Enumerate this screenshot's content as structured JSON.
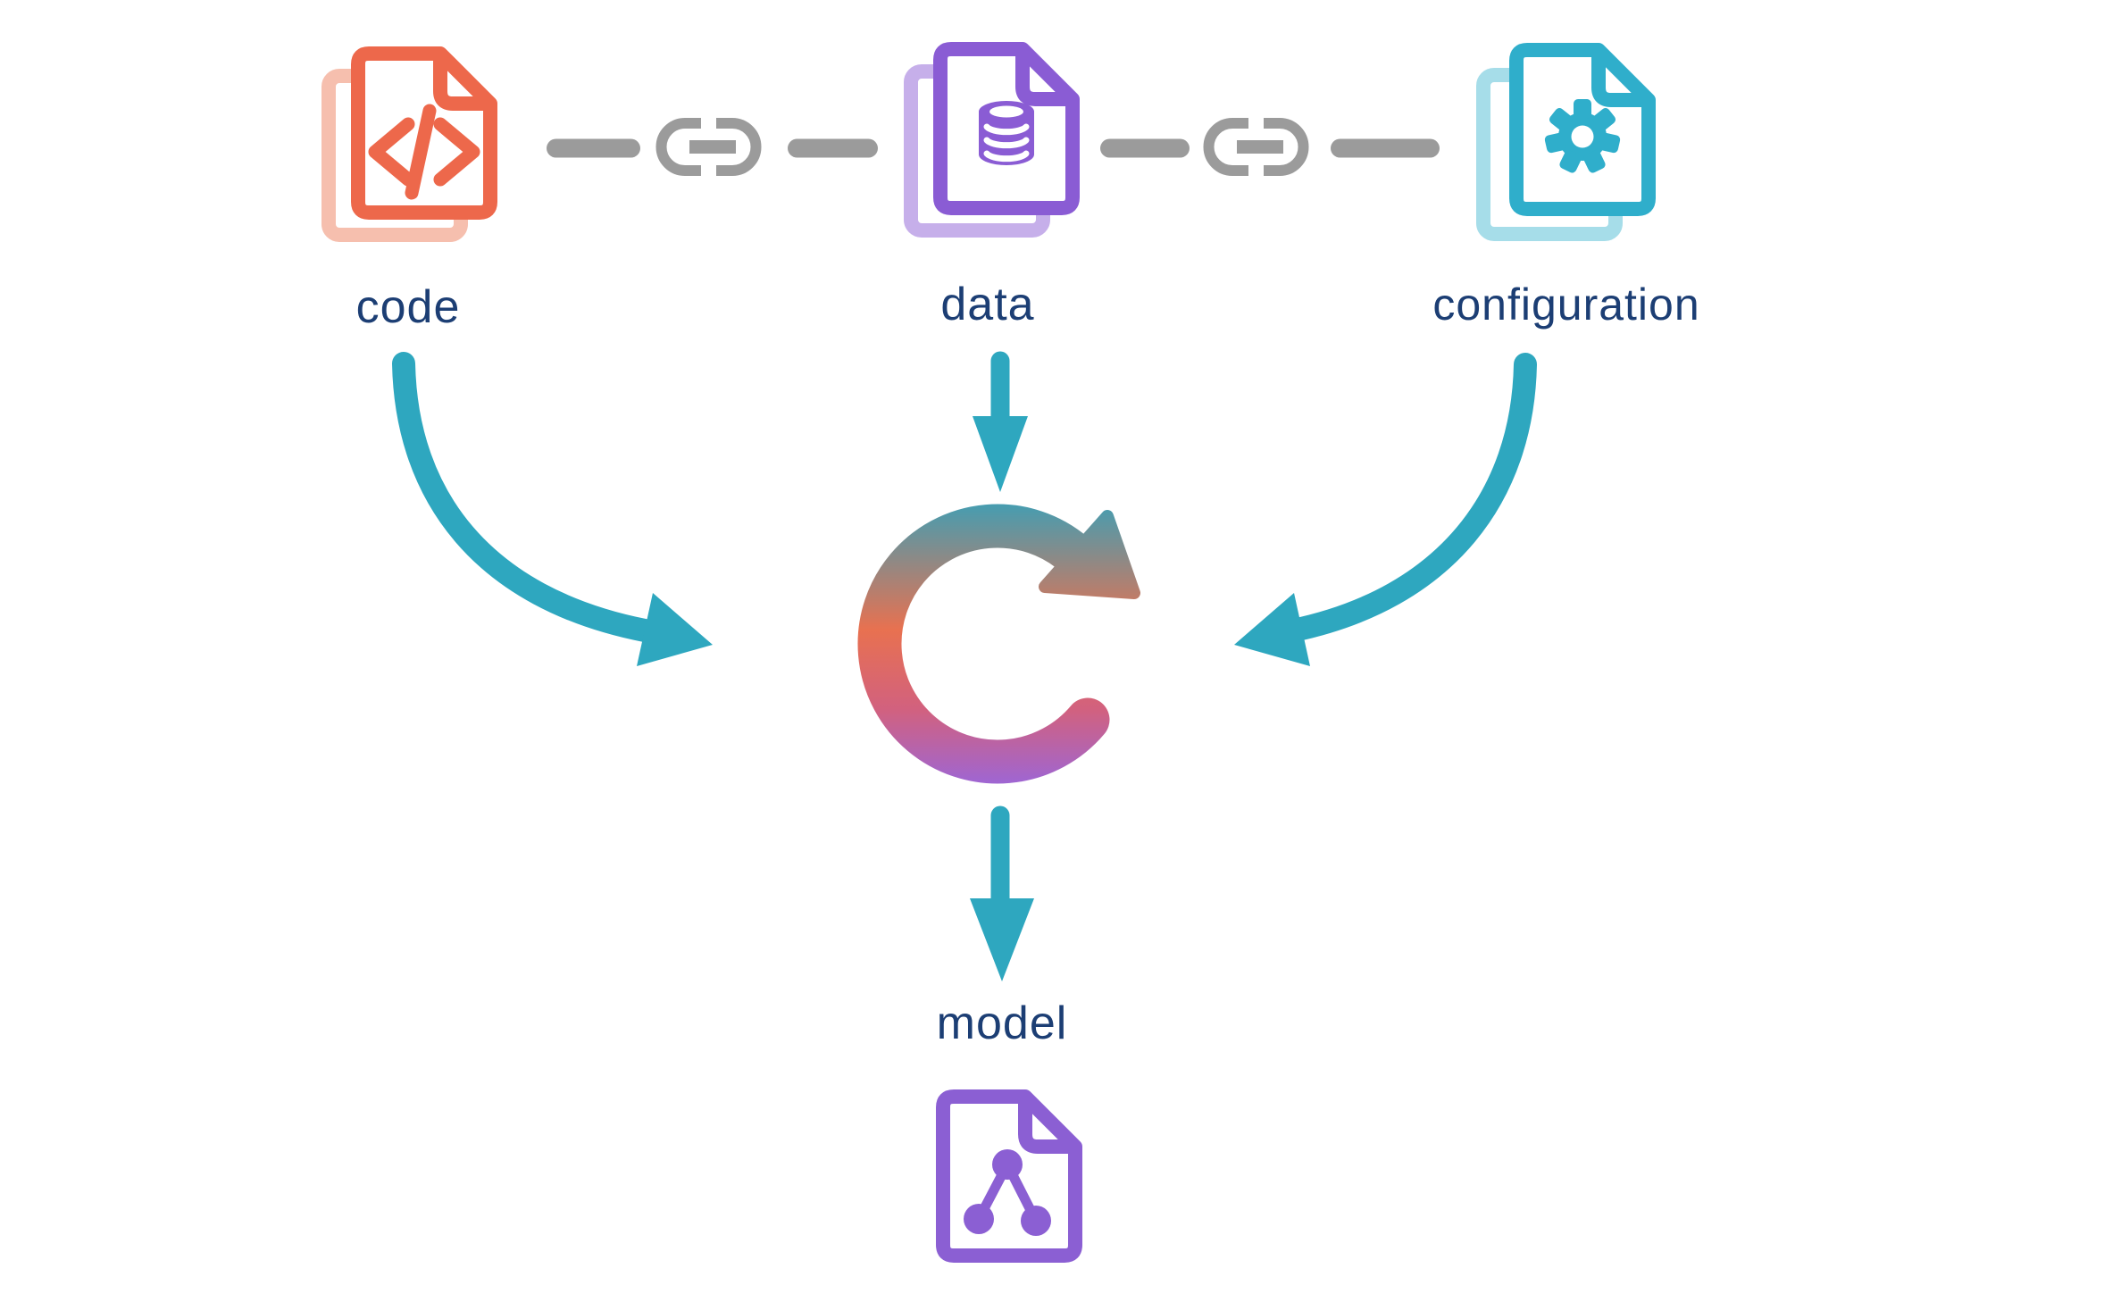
{
  "diagram": {
    "title": "code + data + configuration produce model",
    "background_color": "#ffffff",
    "label_color": "#1C3E74",
    "nodes": {
      "code": {
        "label": "code",
        "icon": "code-file-icon",
        "glyph": "code-brackets-icon",
        "color": "#ED684B",
        "shadow_color": "#F6BFAE"
      },
      "data": {
        "label": "data",
        "icon": "data-file-icon",
        "glyph": "database-icon",
        "color": "#8A5CD4",
        "shadow_color": "#C6AFEA"
      },
      "configuration": {
        "label": "configuration",
        "icon": "config-file-icon",
        "glyph": "gear-icon",
        "color": "#2FAECB",
        "shadow_color": "#A6DDE9"
      },
      "model": {
        "label": "model",
        "icon": "model-file-icon",
        "glyph": "graph-icon",
        "color": "#8B5FD3"
      }
    },
    "connectors": {
      "chain_color": "#9B9B9B",
      "chain_links": 2,
      "arrow_color": "#2EA7BF",
      "arrows": [
        "code-to-cycle",
        "data-to-cycle",
        "configuration-to-cycle",
        "cycle-to-model"
      ]
    },
    "center": {
      "icon": "refresh-cycle-icon",
      "gradient_colors": [
        "#3E9FB5",
        "#E87150",
        "#D2617E",
        "#9A66DA"
      ]
    }
  }
}
